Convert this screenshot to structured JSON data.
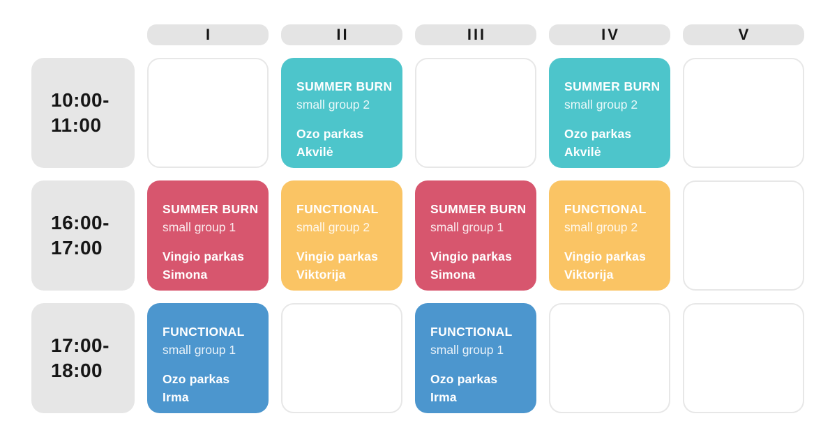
{
  "colors": {
    "teal": "#4DC5CB",
    "pink": "#D7566E",
    "yellow": "#FAC464",
    "blue": "#4C96CE",
    "header_bg": "#E4E4E4",
    "time_bg": "#E6E6E6",
    "empty_cell_border": "#E7E7E7",
    "card_text": "#FFFFFF",
    "heading_text": "#161616"
  },
  "column_headers": [
    "I",
    "II",
    "III",
    "IV",
    "V"
  ],
  "rows": [
    {
      "time": "10:00-\n11:00",
      "cells": [
        {
          "type": "empty"
        },
        {
          "type": "class",
          "color": "teal",
          "title": "SUMMER BURN",
          "subtitle": "small group 2",
          "location": "Ozo parkas",
          "trainer": "Akvilė"
        },
        {
          "type": "empty"
        },
        {
          "type": "class",
          "color": "teal",
          "title": "SUMMER BURN",
          "subtitle": "small group 2",
          "location": "Ozo parkas",
          "trainer": "Akvilė"
        },
        {
          "type": "empty"
        }
      ]
    },
    {
      "time": "16:00-\n17:00",
      "cells": [
        {
          "type": "class",
          "color": "pink",
          "title": "SUMMER BURN",
          "subtitle": "small group 1",
          "location": "Vingio parkas",
          "trainer": "Simona"
        },
        {
          "type": "class",
          "color": "yellow",
          "title": "FUNCTIONAL",
          "subtitle": "small group 2",
          "location": "Vingio parkas",
          "trainer": "Viktorija"
        },
        {
          "type": "class",
          "color": "pink",
          "title": "SUMMER BURN",
          "subtitle": "small group 1",
          "location": "Vingio parkas",
          "trainer": "Simona"
        },
        {
          "type": "class",
          "color": "yellow",
          "title": "FUNCTIONAL",
          "subtitle": "small group 2",
          "location": "Vingio parkas",
          "trainer": "Viktorija"
        },
        {
          "type": "empty"
        }
      ]
    },
    {
      "time": "17:00-\n18:00",
      "cells": [
        {
          "type": "class",
          "color": "blue",
          "title": "FUNCTIONAL",
          "subtitle": "small group 1",
          "location": "Ozo parkas",
          "trainer": "Irma"
        },
        {
          "type": "empty"
        },
        {
          "type": "class",
          "color": "blue",
          "title": "FUNCTIONAL",
          "subtitle": "small group 1",
          "location": "Ozo parkas",
          "trainer": "Irma"
        },
        {
          "type": "empty"
        },
        {
          "type": "empty"
        }
      ]
    }
  ]
}
